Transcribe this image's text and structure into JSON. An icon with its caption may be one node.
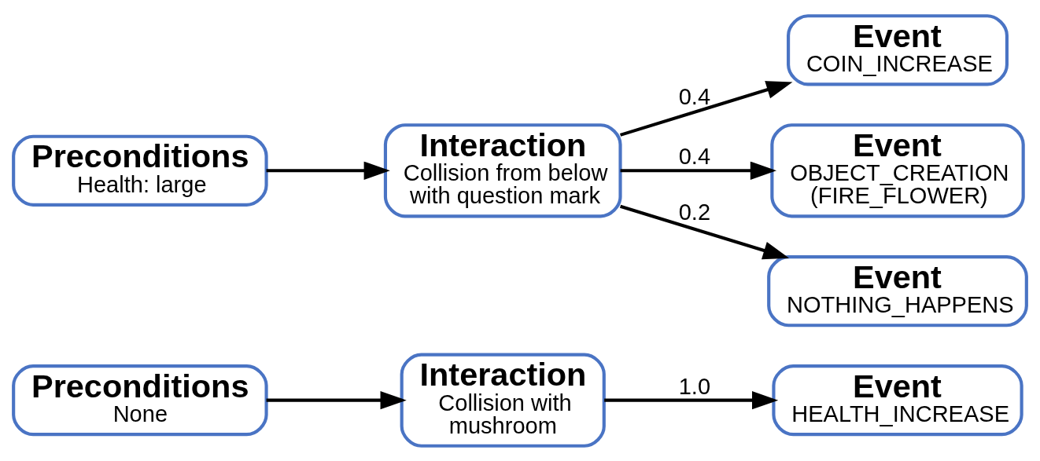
{
  "diagram": {
    "nodes": [
      {
        "text": [
          "Preconditions",
          "None"
        ]
      },
      {
        "text": [
          "Interaction",
          "Collision with mushroom"
        ]
      },
      {
        "text": [
          "Event",
          "HEALTH_INCREASE"
        ]
      },
      {
        "text": [
          "Event",
          "COIN_INCREASE"
        ]
      },
      {
        "text": [
          "Preconditions",
          "Health: large"
        ]
      },
      {
        "text": [
          "Interaction",
          "Collision from below with question mark"
        ]
      },
      {
        "text": [
          "Event",
          "OBJECT_CREATION (FIRE_FLOWER)"
        ]
      },
      {
        "text": [
          "Event",
          "NOTHING_HAPPENS"
        ]
      }
    ],
    "edges": [
      {
        "from": 0,
        "to": 1,
        "arrow": "to"
      },
      {
        "from": 1,
        "to": 2,
        "arrow": "to",
        "label": "1.0"
      },
      {
        "from": 4,
        "to": 5,
        "arrow": "to"
      },
      {
        "from": 5,
        "to": 3,
        "arrow": "to",
        "label": "0.4"
      },
      {
        "from": 5,
        "to": 6,
        "arrow": "to",
        "label": "0.4"
      },
      {
        "from": 5,
        "to": 7,
        "arrow": "to",
        "label": "0.2"
      }
    ]
  }
}
